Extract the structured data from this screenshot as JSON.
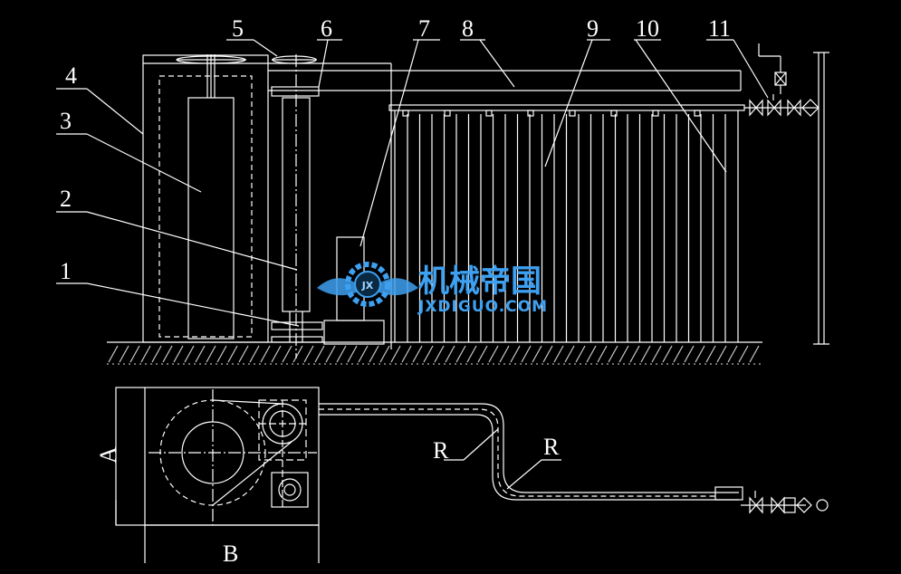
{
  "labels": {
    "n1": "1",
    "n2": "2",
    "n3": "3",
    "n4": "4",
    "n5": "5",
    "n6": "6",
    "n7": "7",
    "n8": "8",
    "n9": "9",
    "n10": "10",
    "n11": "11",
    "radius1": "R",
    "radius2": "R",
    "view_a": "A",
    "view_b": "B"
  },
  "watermark": {
    "text_cn": "机械帝国",
    "text_en": "JXDIGUO.COM",
    "badge": "JX"
  },
  "colors": {
    "background": "#000000",
    "line": "#ffffff",
    "watermark": "#3ea0f0"
  }
}
